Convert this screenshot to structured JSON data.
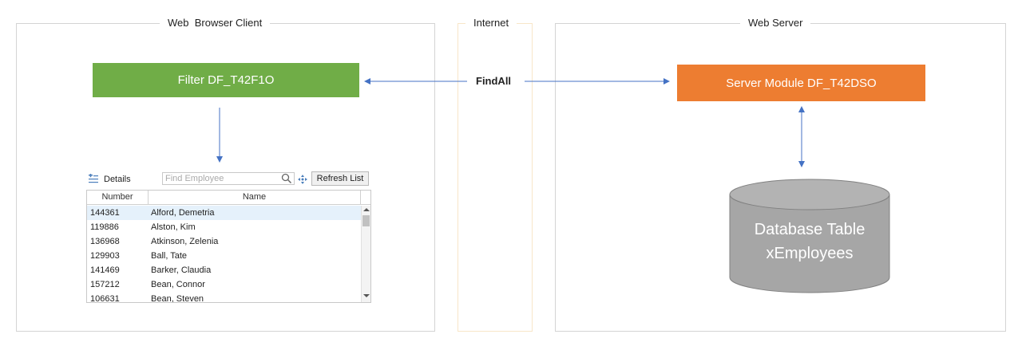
{
  "panels": {
    "client_title": "Web  Browser Client",
    "internet_title": "Internet",
    "server_title": "Web Server"
  },
  "filter_box": {
    "label": "Filter DF_T42F1O",
    "color": "#70ad47"
  },
  "server_box": {
    "label": "Server Module DF_T42DSO",
    "color": "#ed7d31"
  },
  "connector_label": "FindAll",
  "database": {
    "line1": "Database Table",
    "line2": "xEmployees",
    "color": "#a6a6a6"
  },
  "grid": {
    "details_label": "Details",
    "search_placeholder": "Find Employee",
    "refresh_label": "Refresh List",
    "columns": [
      "Number",
      "Name"
    ],
    "rows": [
      {
        "number": "144361",
        "name": "Alford, Demetria"
      },
      {
        "number": "119886",
        "name": "Alston, Kim"
      },
      {
        "number": "136968",
        "name": "Atkinson, Zelenia"
      },
      {
        "number": "129903",
        "name": "Ball, Tate"
      },
      {
        "number": "141469",
        "name": "Barker, Claudia"
      },
      {
        "number": "157212",
        "name": "Bean, Connor"
      },
      {
        "number": "106631",
        "name": "Bean, Steven"
      }
    ]
  }
}
